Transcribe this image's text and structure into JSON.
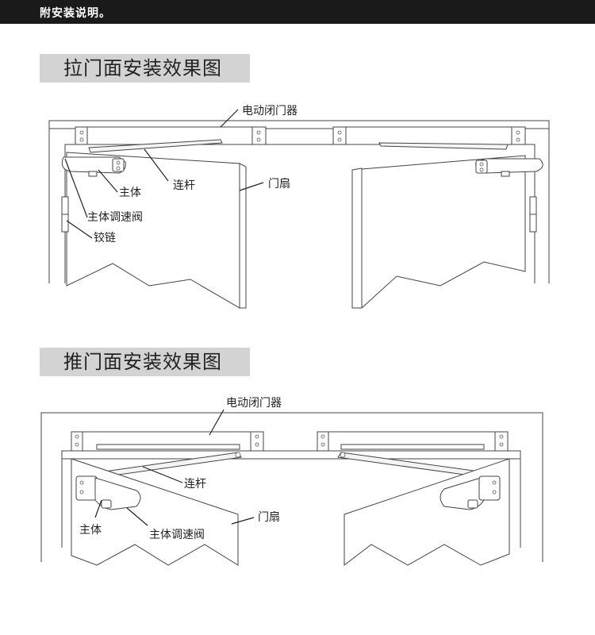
{
  "header": {
    "text": "附安装说明。"
  },
  "sections": [
    {
      "title": "拉门面安装效果图",
      "labels": {
        "closer": "电动闭门器",
        "arm": "连杆",
        "leaf": "门扇",
        "body": "主体",
        "valve": "主体调速阀",
        "hinge": "铰链"
      }
    },
    {
      "title": "推门面安装效果图",
      "labels": {
        "closer": "电动闭门器",
        "arm": "连杆",
        "leaf": "门扇",
        "body": "主体",
        "valve": "主体调速阀"
      }
    }
  ],
  "colors": {
    "header_bg": "#1a1a1a",
    "title_bg": "#d3d3d3",
    "line": "#222222"
  }
}
